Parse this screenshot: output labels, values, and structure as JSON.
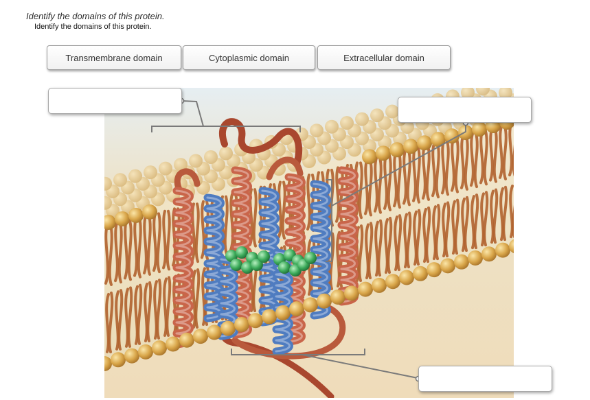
{
  "header": {
    "question_title": "Identify the domains of this protein.",
    "question_subtitle": "Identify the domains of this protein."
  },
  "label_bank": [
    {
      "label": "Transmembrane domain"
    },
    {
      "label": "Cytoplasmic domain"
    },
    {
      "label": "Extracellular domain"
    }
  ],
  "drop_targets": [
    {
      "value": ""
    },
    {
      "value": ""
    },
    {
      "value": ""
    }
  ],
  "colors": {
    "membrane_head": "#d9a64a",
    "lipid_tail": "#b0622e",
    "helix_red": "#c9654a",
    "helix_blue": "#4f7cc0",
    "ligand_green": "#3caa5a"
  }
}
